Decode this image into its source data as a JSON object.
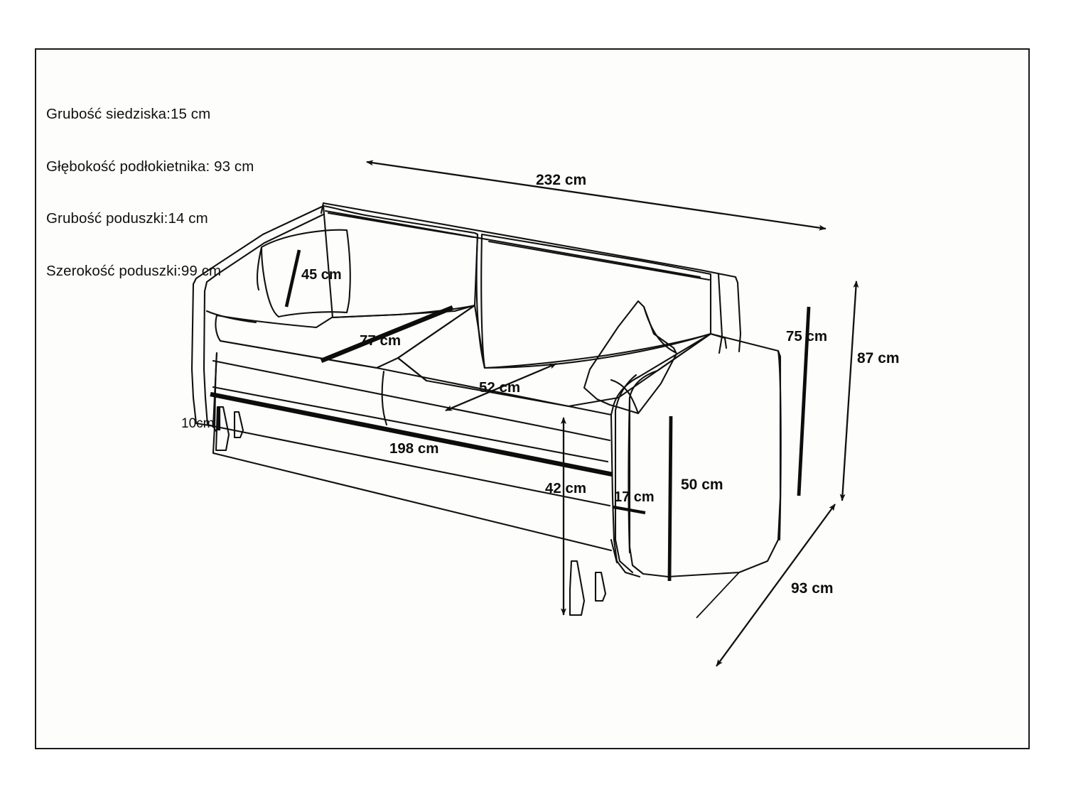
{
  "document": {
    "type": "furniture-dimension-diagram",
    "subject": "sofa-bed",
    "language": "pl",
    "background_color": "#fdfdfc",
    "line_color": "#111111",
    "frame_border_color": "#1a1a1a"
  },
  "specs": {
    "lines": [
      "Grubość siedziska:15 cm",
      "Głębokość podłokietnika: 93 cm",
      "Grubość poduszki:14 cm",
      "Szerokość poduszki:99 cm"
    ],
    "line_1": "Grubość siedziska:15 cm",
    "line_2": "Głębokość podłokietnika: 93 cm",
    "line_3": "Grubość poduszki:14 cm",
    "line_4": "Szerokość poduszki:99 cm"
  },
  "dimensions": {
    "total_width": {
      "label": "232 cm",
      "value": 232,
      "unit": "cm",
      "marker": "double-arrow",
      "placement": "top"
    },
    "pillow_size": {
      "label": "45 cm",
      "value": 45,
      "unit": "cm",
      "marker": "plain-line",
      "placement": "decorative-pillow-left"
    },
    "seat_depth_open": {
      "label": "77 cm",
      "value": 77,
      "unit": "cm",
      "marker": "thick-line",
      "placement": "seat-left"
    },
    "seat_depth": {
      "label": "52 cm",
      "value": 52,
      "unit": "cm",
      "marker": "double-arrow",
      "placement": "seat-right"
    },
    "leg_height": {
      "label": "10cm",
      "value": 10,
      "unit": "cm",
      "marker": "plain-line",
      "placement": "leg-left"
    },
    "sleeping_length": {
      "label": "198 cm",
      "value": 198,
      "unit": "cm",
      "marker": "thick-line",
      "placement": "base-front"
    },
    "seat_height": {
      "label": "42 cm",
      "value": 42,
      "unit": "cm",
      "marker": "double-arrow",
      "placement": "front-right"
    },
    "armrest_width": {
      "label": "17 cm",
      "value": 17,
      "unit": "cm",
      "marker": "plain-line",
      "placement": "armrest-right"
    },
    "armrest_height": {
      "label": "50 cm",
      "value": 50,
      "unit": "cm",
      "marker": "thick-line",
      "placement": "armrest-right-vertical"
    },
    "back_height_inner": {
      "label": "75 cm",
      "value": 75,
      "unit": "cm",
      "marker": "thick-line",
      "placement": "right-inner-vertical"
    },
    "total_height": {
      "label": "87 cm",
      "value": 87,
      "unit": "cm",
      "marker": "double-arrow",
      "placement": "right-outer-vertical"
    },
    "total_depth": {
      "label": "93 cm",
      "value": 93,
      "unit": "cm",
      "marker": "double-arrow",
      "placement": "bottom-right-diagonal"
    }
  }
}
